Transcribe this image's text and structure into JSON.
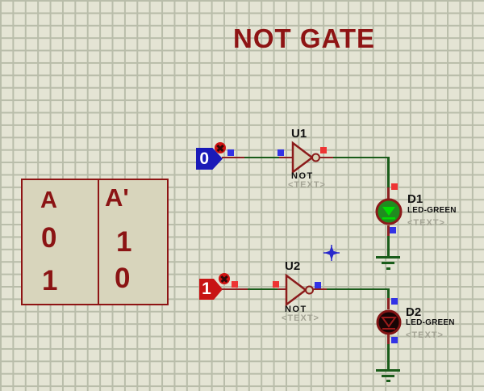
{
  "title": "NOT GATE",
  "truth_table": {
    "headers": [
      "A",
      "A'"
    ],
    "rows": [
      [
        "0",
        "1"
      ],
      [
        "1",
        "0"
      ]
    ]
  },
  "circuits": [
    {
      "input_value": "0",
      "gate_ref": "U1",
      "gate_type": "NOT",
      "gate_text": "<TEXT>",
      "led_ref": "D1",
      "led_part": "LED-GREEN",
      "led_text": "<TEXT>",
      "led_state": "on"
    },
    {
      "input_value": "1",
      "gate_ref": "U2",
      "gate_type": "NOT",
      "gate_text": "<TEXT>",
      "led_ref": "D2",
      "led_part": "LED-GREEN",
      "led_text": "<TEXT>",
      "led_state": "off"
    }
  ],
  "colors": {
    "background": "#e4e4d4",
    "grid_line": "#b9bdaa",
    "title_text": "#8e1414",
    "component_outline": "#8b1a1a",
    "wire_net": "#1a5c1a",
    "pin_stub": "#8b2121",
    "led_on_fill": "#1f8c1f",
    "led_on_symbol": "#00dd00",
    "led_off_fill": "#180606",
    "input_low_tag": "#1a1ab8",
    "input_high_tag": "#c81414",
    "handle_blue": "#3232e6",
    "handle_red": "#ee3434"
  }
}
